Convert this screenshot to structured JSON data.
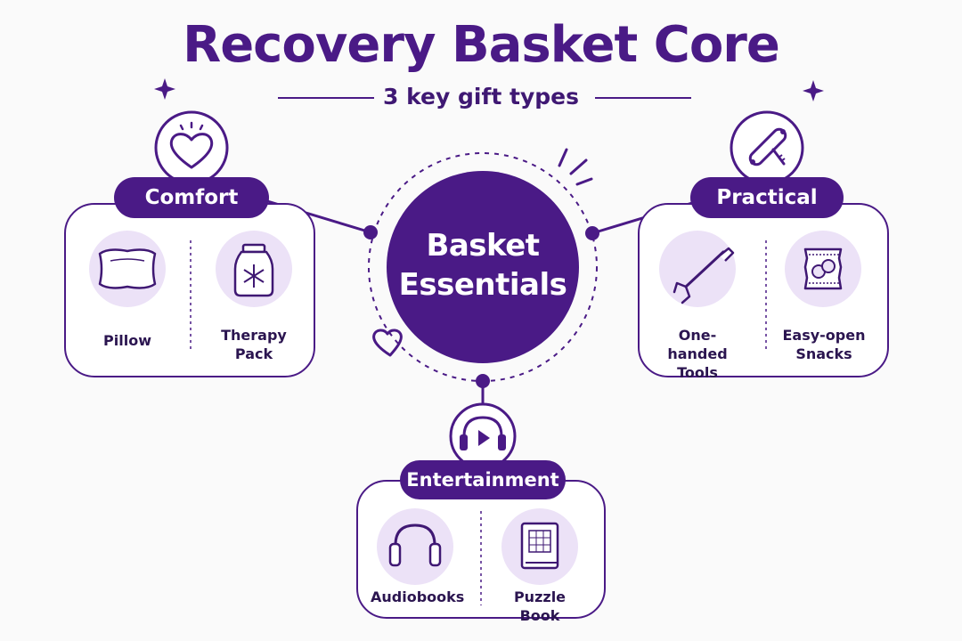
{
  "header": {
    "title": "Recovery Basket Core",
    "subtitle": "3 key gift types"
  },
  "center": {
    "line1": "Basket",
    "line2": "Essentials"
  },
  "categories": [
    {
      "name": "Comfort",
      "icon": "heart-icon",
      "items": [
        {
          "label": "Pillow",
          "icon": "pillow-icon"
        },
        {
          "label": "Therapy Pack",
          "icon": "therapy-pack-icon"
        }
      ]
    },
    {
      "name": "Practical",
      "icon": "tools-icon",
      "items": [
        {
          "label": "One-handed Tools",
          "icon": "reacher-grabber-icon"
        },
        {
          "label": "Easy-open Snacks",
          "icon": "snack-pack-icon"
        }
      ]
    },
    {
      "name": "Entertainment",
      "icon": "headphones-play-icon",
      "items": [
        {
          "label": "Audiobooks",
          "icon": "headphones-icon"
        },
        {
          "label": "Puzzle Book",
          "icon": "puzzle-book-icon"
        }
      ]
    }
  ],
  "colors": {
    "primary": "#4a1a86",
    "light": "#ece2f7",
    "background": "#fafafa"
  }
}
